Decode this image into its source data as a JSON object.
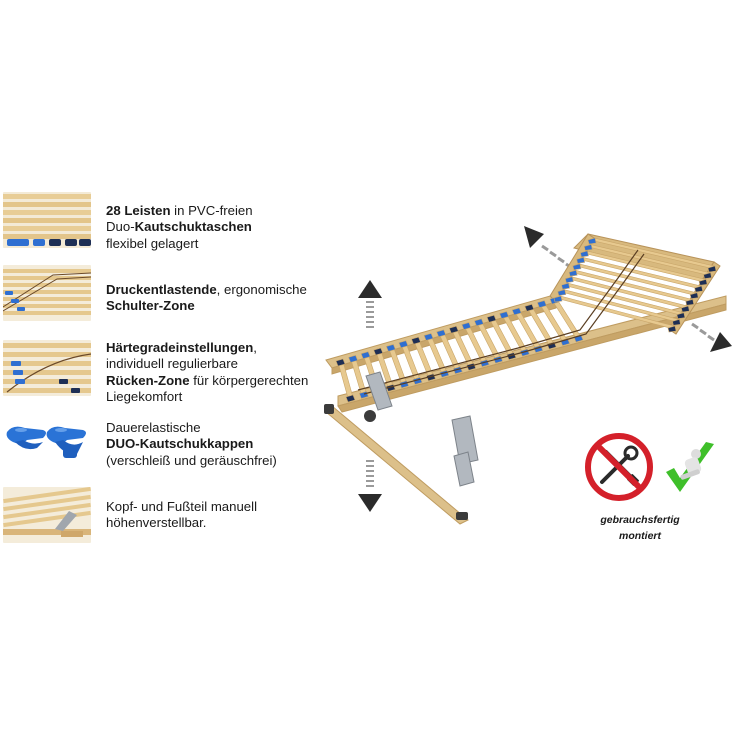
{
  "features": [
    {
      "lines": [
        [
          {
            "t": "28 Leisten",
            "b": true
          },
          {
            "t": " in PVC-freien"
          }
        ],
        [
          {
            "t": "Duo-"
          },
          {
            "t": "Kautschuktaschen",
            "b": true
          }
        ],
        [
          {
            "t": "flexibel gelagert"
          }
        ]
      ]
    },
    {
      "lines": [
        [
          {
            "t": "Druckentlastende",
            "b": true
          },
          {
            "t": ", ergonomische"
          }
        ],
        [
          {
            "t": "Schulter-Zone",
            "b": true
          }
        ]
      ]
    },
    {
      "lines": [
        [
          {
            "t": "Härtegradeinstellungen",
            "b": true
          },
          {
            "t": ","
          }
        ],
        [
          {
            "t": "individuell regulierbare"
          }
        ],
        [
          {
            "t": "Rücken-Zone",
            "b": true
          },
          {
            "t": " für körpergerechten"
          }
        ],
        [
          {
            "t": "Liegekomfort"
          }
        ]
      ]
    },
    {
      "lines": [
        [
          {
            "t": "Dauerelastische"
          }
        ],
        [
          {
            "t": "DUO-Kautschukkappen",
            "b": true
          }
        ],
        [
          {
            "t": "(verschleiß und geräuschfrei)"
          }
        ]
      ]
    },
    {
      "lines": [
        [
          {
            "t": "Kopf- und Fußteil manuell"
          }
        ],
        [
          {
            "t": "höhenverstellbar."
          }
        ]
      ]
    }
  ],
  "badge": {
    "caption_line1": "gebrauchsfertig",
    "caption_line2": "montiert",
    "no_tools_icon": "no-tools-icon",
    "check_icon": "checkmark-icon"
  },
  "arrows": [
    "arrow-up-icon",
    "arrow-down-icon",
    "arrow-diagonal-up-left-icon",
    "arrow-diagonal-down-right-icon"
  ],
  "colors": {
    "slat": "#e7c98f",
    "slat_shade": "#c9a66a",
    "cap_blue": "#2f6fd1",
    "cap_dark": "#1e2f55",
    "prohibit_red": "#d4202a",
    "check_green": "#3fbf2a"
  }
}
